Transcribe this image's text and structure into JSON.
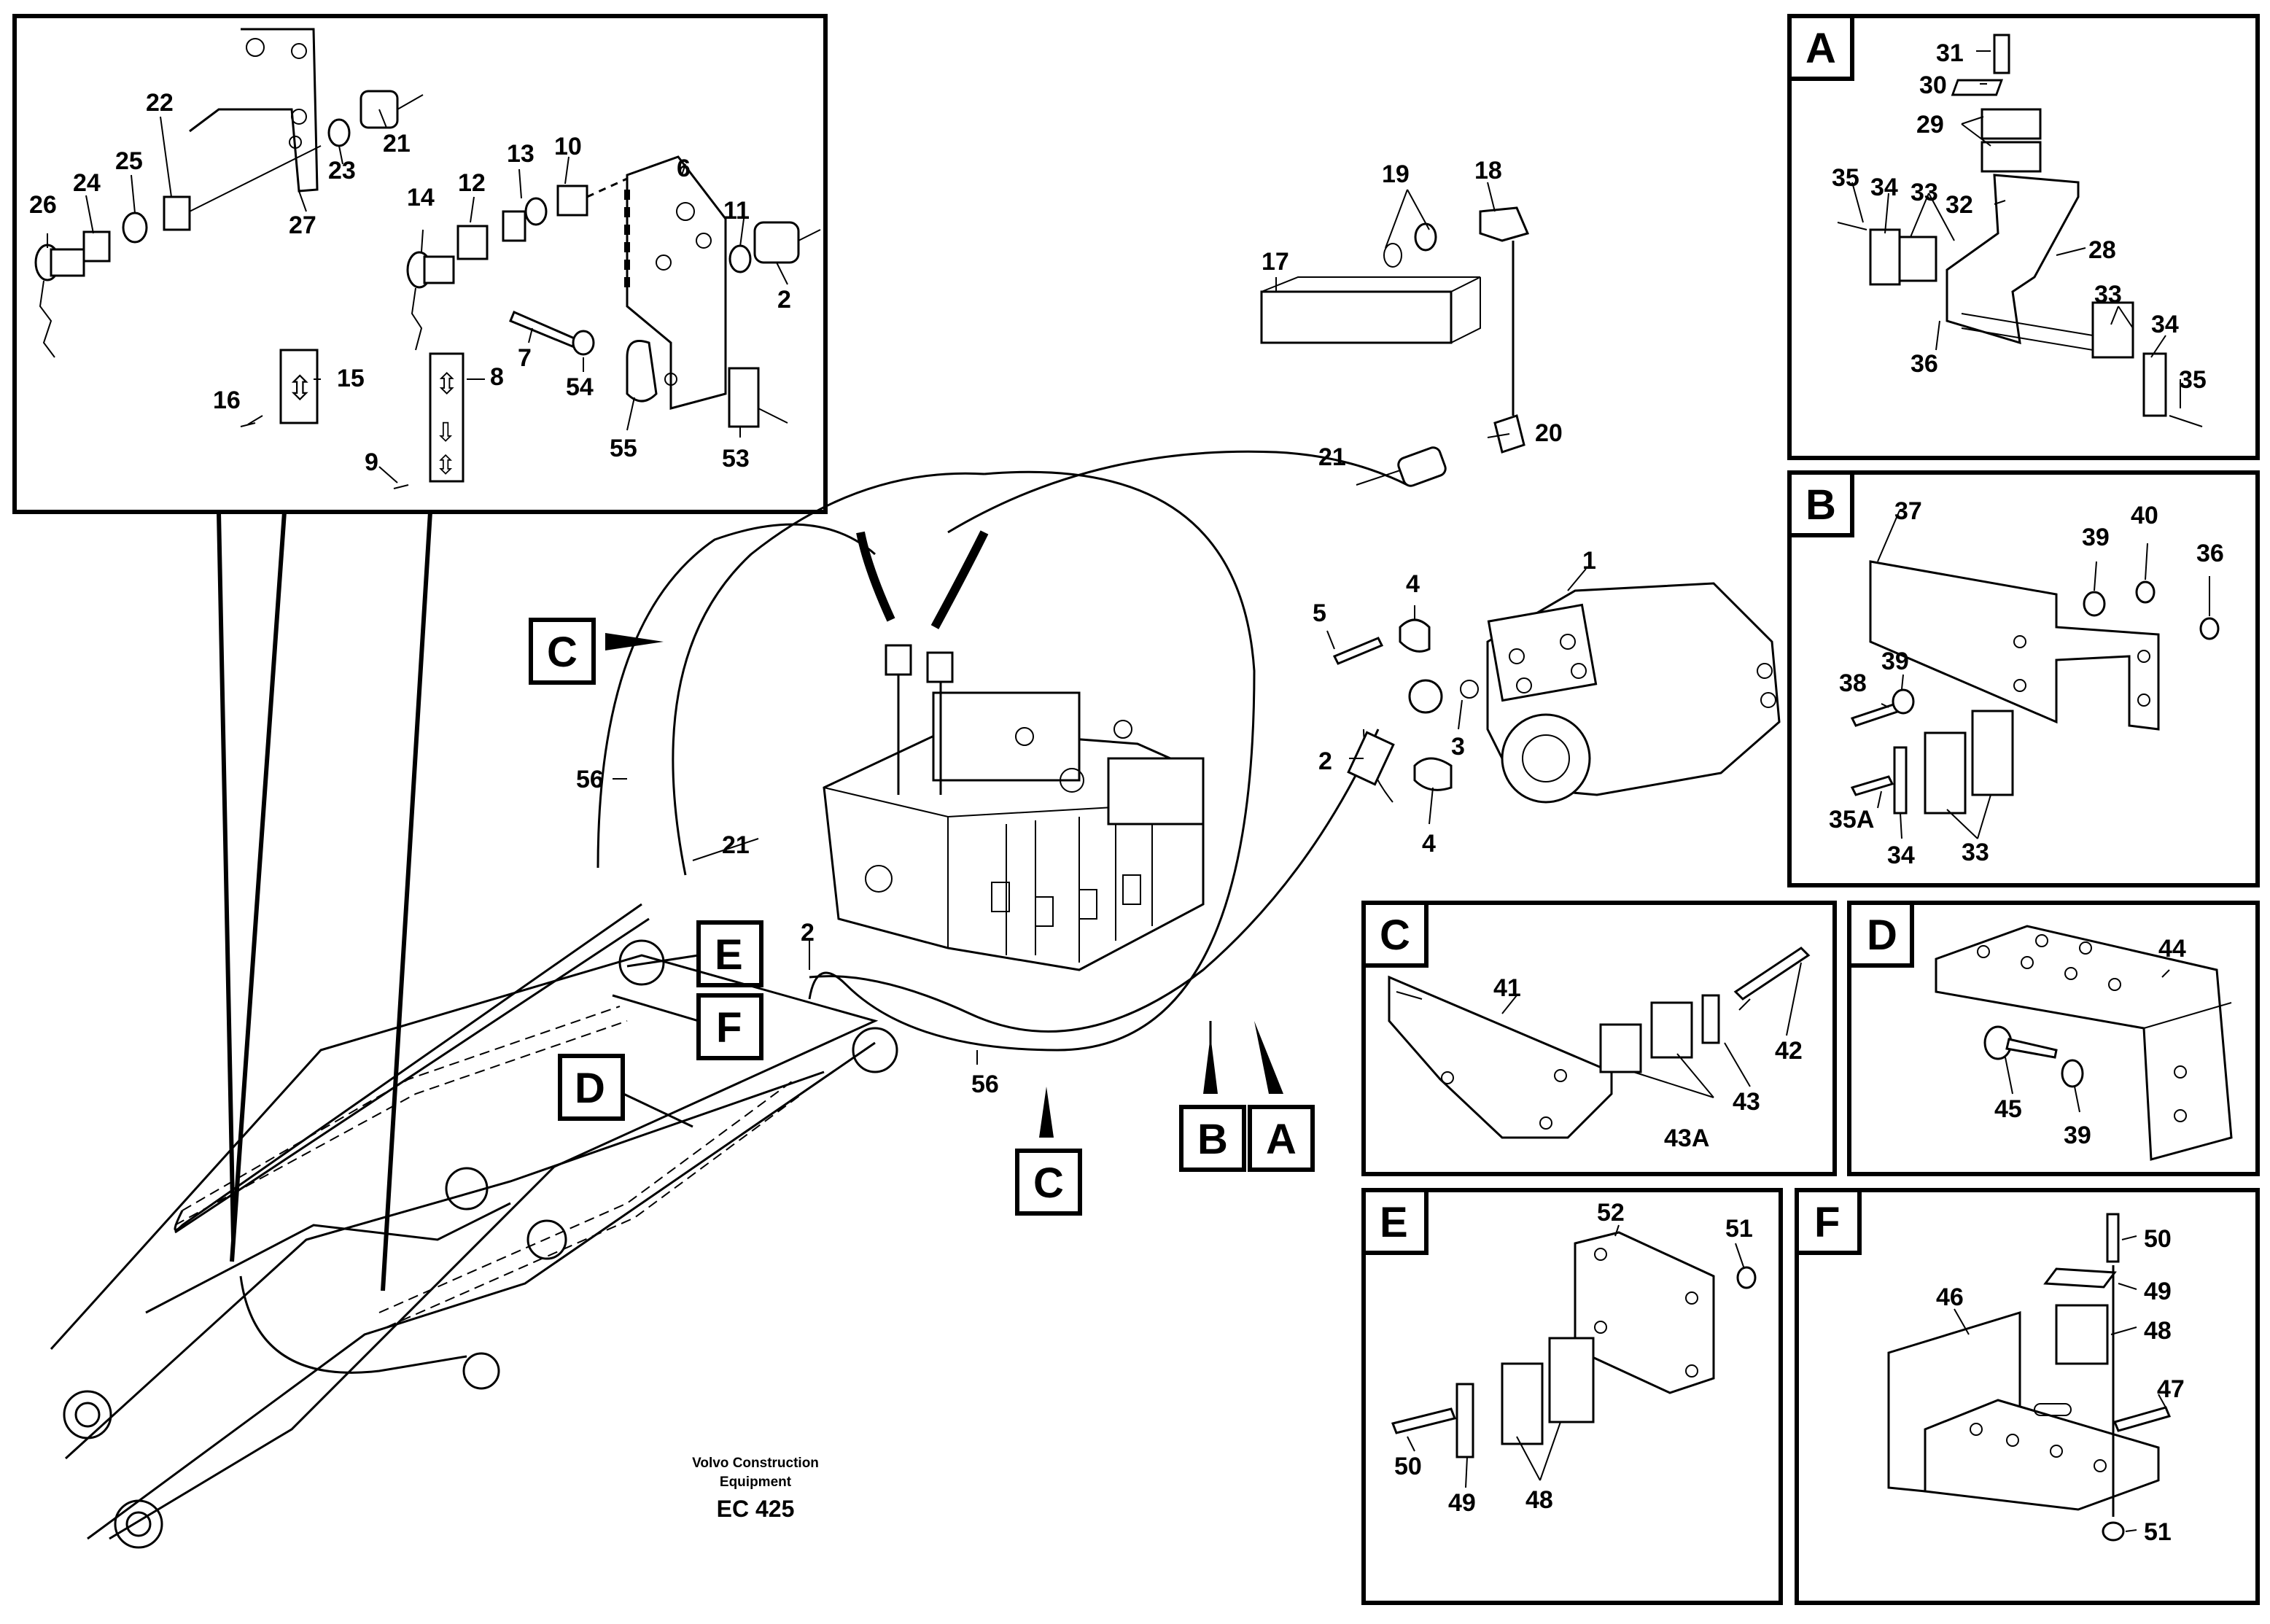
{
  "footer": {
    "company_line1": "Volvo Construction",
    "company_line2": "Equipment",
    "code": "EC 425"
  },
  "detail_labels": {
    "A": "A",
    "B": "B",
    "C": "C",
    "D": "D",
    "E": "E",
    "F": "F"
  },
  "callouts": {
    "main": {
      "c_upper": "C",
      "c_lower": "C",
      "b": "B",
      "a": "A",
      "d": "D",
      "e": "E",
      "f": "F",
      "n56_top": "56",
      "n21_left": "21",
      "n2_left": "2",
      "n56_bottom": "56",
      "n17": "17",
      "n19": "19",
      "n18": "18",
      "n21_top": "21",
      "n20": "20",
      "n1": "1",
      "n4_top": "4",
      "n5": "5",
      "n3": "3",
      "n2_right": "2",
      "n4_bottom": "4"
    },
    "inset": {
      "n26": "26",
      "n24": "24",
      "n25": "25",
      "n22": "22",
      "n27": "27",
      "n23": "23",
      "n21": "21",
      "n14": "14",
      "n12": "12",
      "n13": "13",
      "n10": "10",
      "n6": "6",
      "n11": "11",
      "n2": "2",
      "n7": "7",
      "n54": "54",
      "n55": "55",
      "n53": "53",
      "n16": "16",
      "n15": "15",
      "n8": "8",
      "n9": "9"
    },
    "panel_a": {
      "n31": "31",
      "n30": "30",
      "n29": "29",
      "n35_l": "35",
      "n34_l": "34",
      "n33_l": "33",
      "n32": "32",
      "n28": "28",
      "n36": "36",
      "n33_r": "33",
      "n34_r": "34",
      "n35_r": "35"
    },
    "panel_b": {
      "n37": "37",
      "n39_t": "39",
      "n40": "40",
      "n36": "36",
      "n38": "38",
      "n39_l": "39",
      "n35a": "35A",
      "n34": "34",
      "n33": "33"
    },
    "panel_c": {
      "n41": "41",
      "n42": "42",
      "n43": "43",
      "n43a": "43A"
    },
    "panel_d": {
      "n44": "44",
      "n45": "45",
      "n39": "39"
    },
    "panel_e": {
      "n52": "52",
      "n51": "51",
      "n50": "50",
      "n49": "49",
      "n48": "48"
    },
    "panel_f": {
      "n50": "50",
      "n49": "49",
      "n48": "48",
      "n46": "46",
      "n47": "47",
      "n51": "51"
    }
  }
}
